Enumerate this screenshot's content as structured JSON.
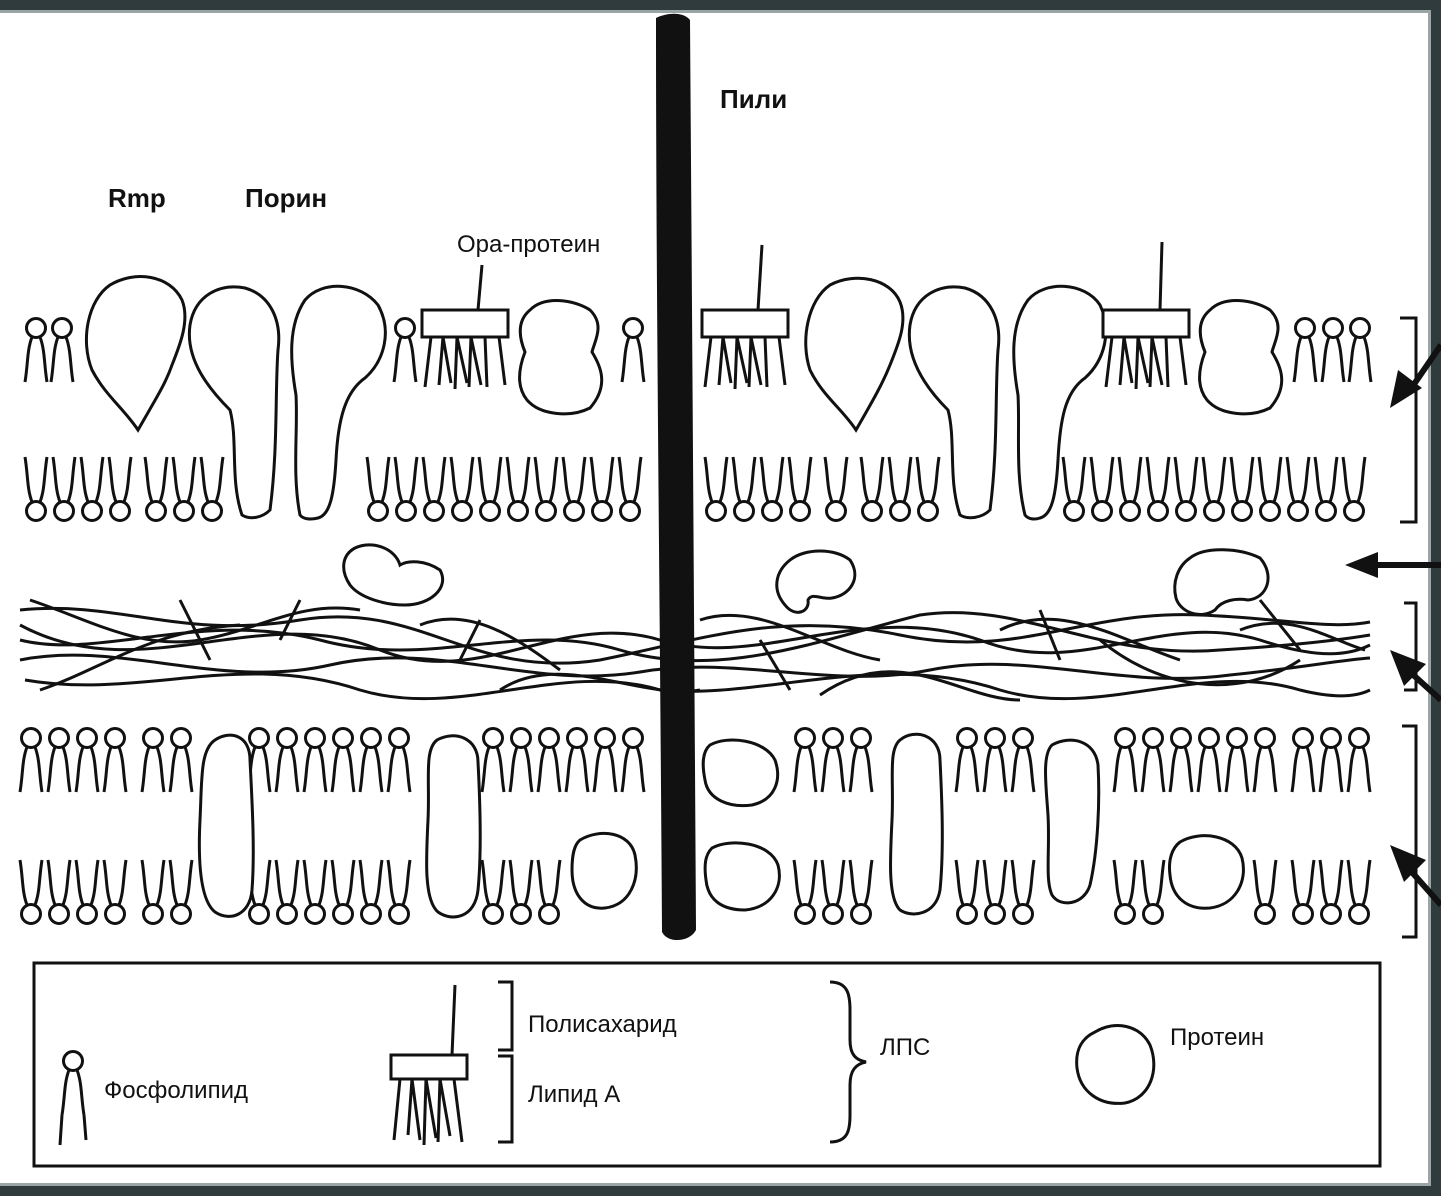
{
  "labels": {
    "pili": "Пили",
    "rmp": "Rmp",
    "porin": "Порин",
    "opa_protein": "Ора-протеин"
  },
  "legend": {
    "phospholipid": "Фосфолипид",
    "polysaccharide": "Полисахарид",
    "lipid_a": "Липид А",
    "lps": "ЛПС",
    "protein": "Протеин"
  },
  "colors": {
    "ink": "#111111",
    "frame": "#2f3b3d",
    "background": "#ffffff"
  }
}
